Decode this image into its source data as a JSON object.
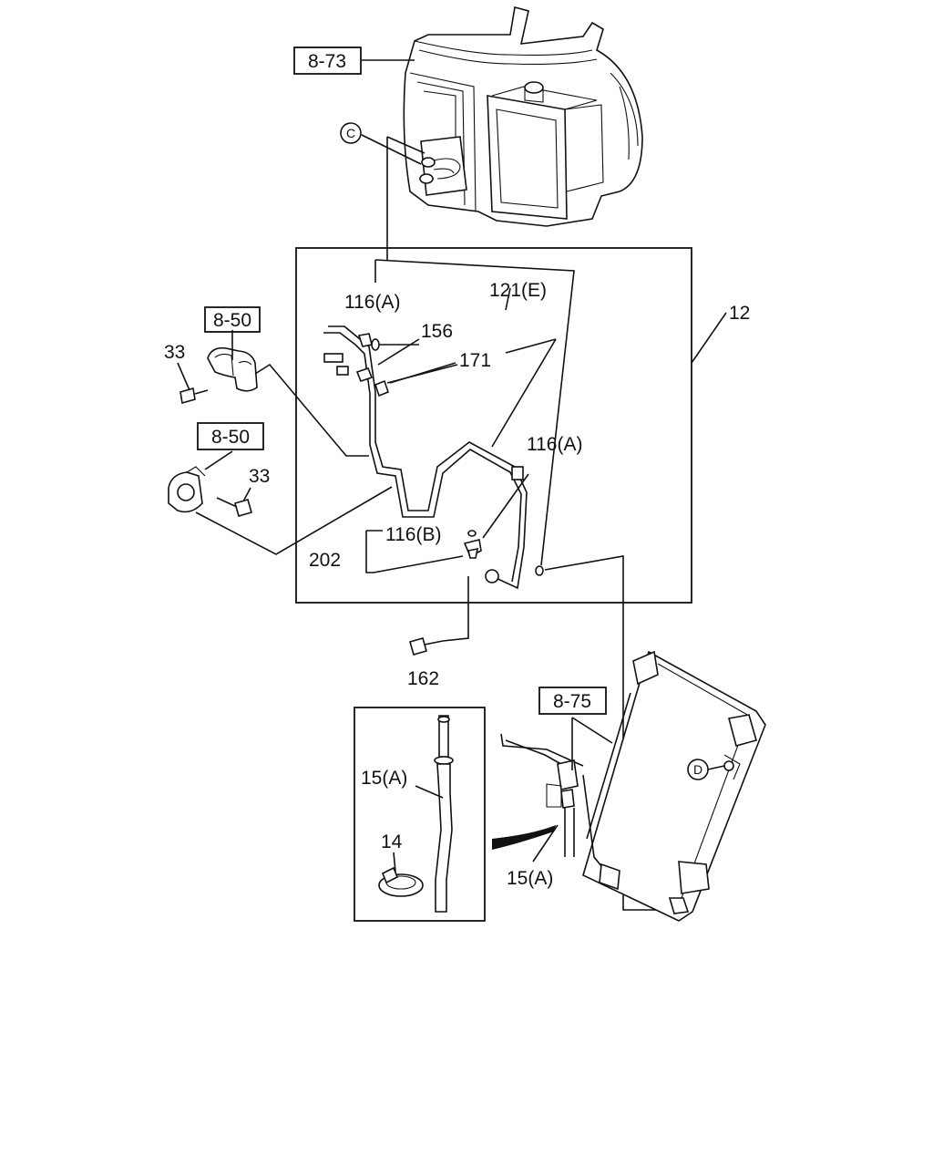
{
  "ref_boxes": {
    "ref_8_73": "8-73",
    "ref_8_50_upper": "8-50",
    "ref_8_50_lower": "8-50",
    "ref_8_75": "8-75"
  },
  "part_labels": {
    "p116A_top": "116(A)",
    "p121E": "121(E)",
    "p156": "156",
    "p171": "171",
    "p12": "12",
    "p33_upper": "33",
    "p33_lower": "33",
    "p116A_right": "116(A)",
    "p116B": "116(B)",
    "p202": "202",
    "p162": "162",
    "p15A_inset": "15(A)",
    "p14": "14",
    "p15A_main": "15(A)"
  },
  "circled_refs": {
    "c": "C",
    "d": "D"
  }
}
